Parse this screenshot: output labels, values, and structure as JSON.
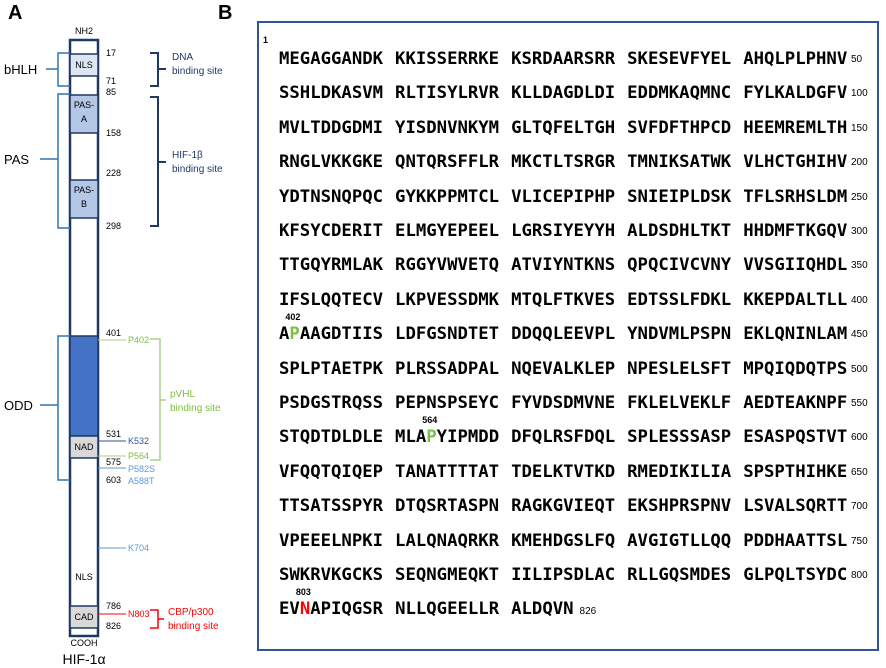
{
  "panel_a": {
    "letter": "A",
    "protein_name": "HIF-1α",
    "n_term": "NH2",
    "c_term": "COOH",
    "domains": [
      {
        "label": "NLS",
        "start": "17",
        "end": "71"
      },
      {
        "label": "PAS-\nA",
        "start": "85",
        "end": "158"
      },
      {
        "label": "PAS-\nB",
        "start": "228",
        "end": "298"
      },
      {
        "label": "NAD",
        "start": "531",
        "end": "575"
      },
      {
        "label": "NLS",
        "start": "",
        "end": ""
      },
      {
        "label": "CAD",
        "start": "786",
        "end": "826"
      }
    ],
    "odd_start": "401",
    "odd_end": "603",
    "region_labels": {
      "bhlh": "bHLH",
      "pas": "PAS",
      "odd": "ODD"
    },
    "binding_sites": {
      "dna": "DNA\nbinding site",
      "hif1b": "HIF-1β\nbinding site",
      "pvhl": "pVHL\nbinding site",
      "cbp": "CBP/p300\nbinding site"
    },
    "sites": [
      {
        "label": "P402",
        "color": "#7ac143"
      },
      {
        "label": "K532",
        "color": "#2f5597"
      },
      {
        "label": "P564",
        "color": "#7ac143"
      },
      {
        "label": "P582S",
        "color": "#5b9bd5"
      },
      {
        "label": "A588T",
        "color": "#5b9bd5"
      },
      {
        "label": "K704",
        "color": "#5b9bd5"
      },
      {
        "label": "N803",
        "color": "#ff0000"
      }
    ]
  },
  "panel_b": {
    "letter": "B",
    "start_number": "1",
    "end_number": "826",
    "rows": [
      {
        "num": "50",
        "groups": [
          "MEGAGGANDK",
          "KKISSERRKE",
          "KSRDAARSRR",
          "SKESEVFYEL",
          "AHQLPLPHNV"
        ]
      },
      {
        "num": "100",
        "groups": [
          "SSHLDKASVM",
          "RLTISYLRVR",
          "KLLDAGDLDI",
          "EDDMKAQMNC",
          "FYLKALDGFV"
        ]
      },
      {
        "num": "150",
        "groups": [
          "MVLTDDGDMI",
          "YISDNVNKYM",
          "GLTQFELTGH",
          "SVFDFTHPCD",
          "HEEMREMLTH"
        ]
      },
      {
        "num": "200",
        "groups": [
          "RNGLVKKGKE",
          "QNTQRSFFLR",
          "MKCTLTSRGR",
          "TMNIKSATWK",
          "VLHCTGHIHV"
        ]
      },
      {
        "num": "250",
        "groups": [
          "YDTNSNQPQC",
          "GYKKPPMTCL",
          "VLICEPIPHP",
          "SNIEIPLDSK",
          "TFLSRHSLDM"
        ]
      },
      {
        "num": "300",
        "groups": [
          "KFSYCDERIT",
          "ELMGYEPEEL",
          "LGRSIYEYYH",
          "ALDSDHLTKT",
          "HHDMFTKGQV"
        ]
      },
      {
        "num": "350",
        "groups": [
          "TTGQYRMLAK",
          "RGGYVWVETQ",
          "ATVIYNTKNS",
          "QPQCIVCVNY",
          "VVSGIIQHDL"
        ]
      },
      {
        "num": "400",
        "groups": [
          "IFSLQQTECV",
          "LKPVESSDMK",
          "MTQLFTKVES",
          "EDTSSLFDKL",
          "KKEPDALTLL"
        ]
      },
      {
        "num": "450",
        "groups": [
          "APAAGDTIIS",
          "LDFGSNDTET",
          "DDQQLEEVPL",
          "YNDVMLPSPN",
          "EKLQNINLAM"
        ]
      },
      {
        "num": "500",
        "groups": [
          "SPLPTAETPK",
          "PLRSSADPAL",
          "NQEVALKLEP",
          "NPESLELSFT",
          "MPQIQDQTPS"
        ]
      },
      {
        "num": "550",
        "groups": [
          "PSDGSTRQSS",
          "PEPNSPSEYC",
          "FYVDSDMVNE",
          "FKLELVEKLF",
          "AEDTEAKNPF"
        ]
      },
      {
        "num": "600",
        "groups": [
          "STQDTDLDLE",
          "MLAPYIPMDD",
          "DFQLRSFDQL",
          "SPLESSSASP",
          "ESASPQSTVT"
        ]
      },
      {
        "num": "650",
        "groups": [
          "VFQQTQIQEP",
          "TANATTTTAT",
          "TDELKTVTKD",
          "RMEDIKILIA",
          "SPSPTHIHKE"
        ]
      },
      {
        "num": "700",
        "groups": [
          "TTSATSSPYR",
          "DTQSRTASPN",
          "RAGKGVIEQT",
          "EKSHPRSPNV",
          "LSVALSQRTT"
        ]
      },
      {
        "num": "750",
        "groups": [
          "VPEEELNPKI",
          "LALQNAQRKR",
          "KMEHDGSLFQ",
          "AVGIGTLLQQ",
          "PDDHAATTSL"
        ]
      },
      {
        "num": "800",
        "groups": [
          "SWKRVKGCKS",
          "SEQNGMEQKT",
          "IILIPSDLAC",
          "RLLGQSMDES",
          "GLPQLTSYDC"
        ]
      },
      {
        "num": "",
        "groups": [
          "EVNAPIQGSR",
          "NLLQGEELLR",
          "ALDQVN"
        ]
      }
    ],
    "highlights": [
      {
        "position": "402",
        "row": 8,
        "group": 0,
        "char": 1,
        "color": "green"
      },
      {
        "position": "564",
        "row": 11,
        "group": 1,
        "char": 3,
        "color": "green"
      },
      {
        "position": "803",
        "row": 16,
        "group": 0,
        "char": 2,
        "color": "red"
      }
    ]
  }
}
